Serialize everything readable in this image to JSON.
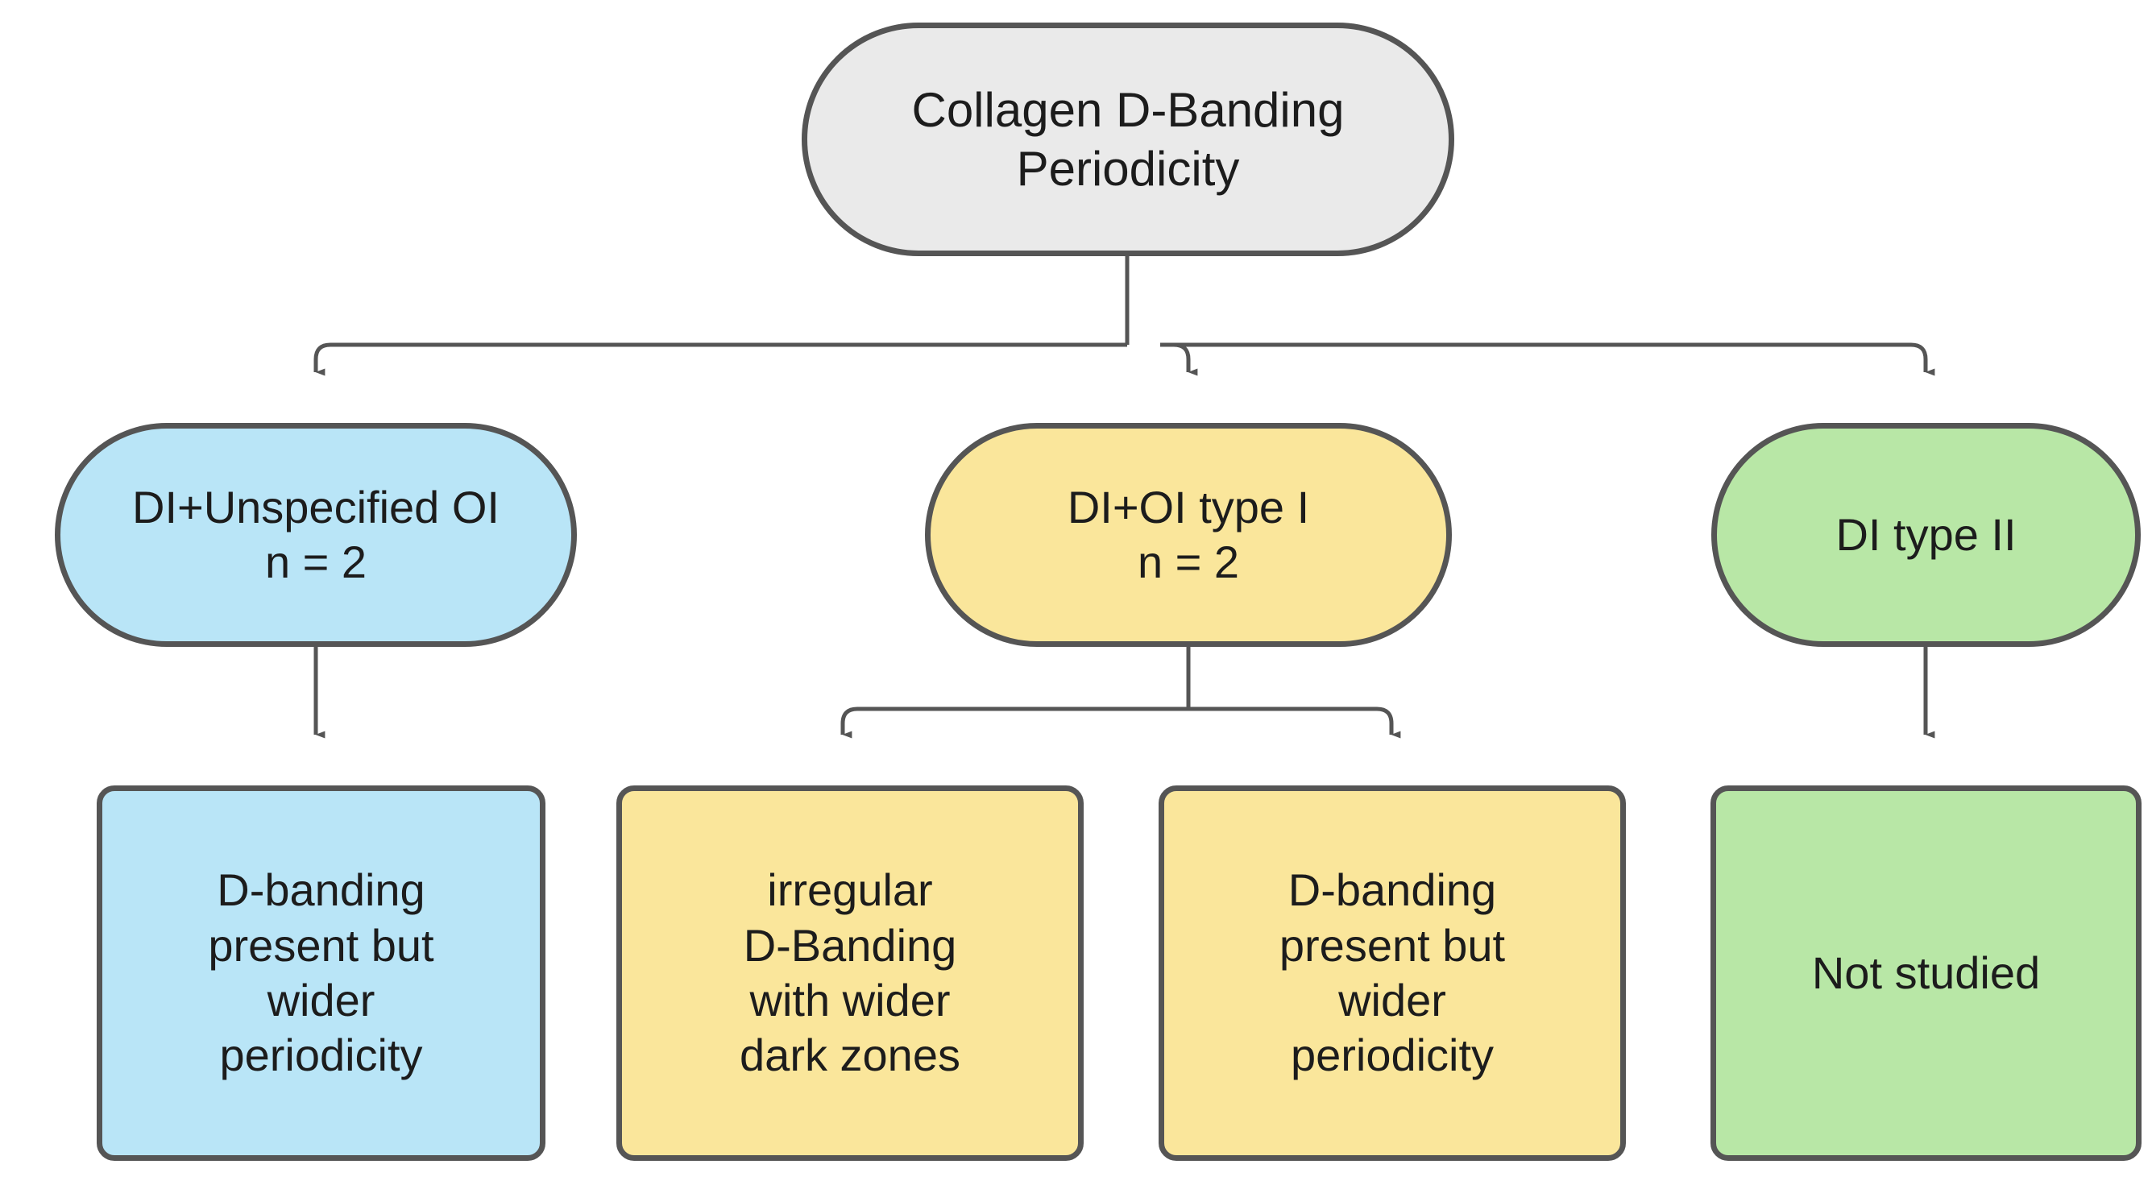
{
  "diagram": {
    "title": "Collagen D-Banding Periodicity",
    "colors": {
      "stroke": "#555555",
      "root_fill": "#eaeaea",
      "blue_fill": "#b9e5f7",
      "yellow_fill": "#fae69b",
      "green_fill": "#b8e7a6",
      "text": "#1c1c1c",
      "background": "#ffffff"
    },
    "root": {
      "label": "Collagen D-Banding\nPeriodicity",
      "shape": "stadium",
      "fill": "#eaeaea"
    },
    "groups": [
      {
        "id": "di-unspecified-oi",
        "label": "DI+Unspecified OI\nn = 2",
        "name": "DI+Unspecified OI",
        "count": "n = 2",
        "shape": "stadium",
        "fill": "#b9e5f7",
        "findings": [
          {
            "id": "finding-blue-1",
            "label": "D-banding\npresent but\nwider\nperiodicity",
            "shape": "rounded-rect",
            "fill": "#b9e5f7"
          }
        ]
      },
      {
        "id": "di-oi-type-i",
        "label": "DI+OI type I\nn = 2",
        "name": "DI+OI type I",
        "count": "n = 2",
        "shape": "stadium",
        "fill": "#fae69b",
        "findings": [
          {
            "id": "finding-yellow-1",
            "label": "irregular\nD-Banding\nwith wider\ndark zones",
            "shape": "rounded-rect",
            "fill": "#fae69b"
          },
          {
            "id": "finding-yellow-2",
            "label": "D-banding\npresent but\nwider\nperiodicity",
            "shape": "rounded-rect",
            "fill": "#fae69b"
          }
        ]
      },
      {
        "id": "di-type-ii",
        "label": "DI type II",
        "name": "DI type II",
        "count": "",
        "shape": "stadium",
        "fill": "#b8e7a6",
        "findings": [
          {
            "id": "finding-green-1",
            "label": "Not studied",
            "shape": "rounded-rect",
            "fill": "#b8e7a6"
          }
        ]
      }
    ],
    "edges": [
      {
        "from": "root",
        "to": "di-unspecified-oi",
        "arrow": "down"
      },
      {
        "from": "root",
        "to": "di-oi-type-i",
        "arrow": "down"
      },
      {
        "from": "root",
        "to": "di-type-ii",
        "arrow": "down"
      },
      {
        "from": "di-unspecified-oi",
        "to": "finding-blue-1",
        "arrow": "down"
      },
      {
        "from": "di-oi-type-i",
        "to": "finding-yellow-1",
        "arrow": "down"
      },
      {
        "from": "di-oi-type-i",
        "to": "finding-yellow-2",
        "arrow": "down"
      },
      {
        "from": "di-type-ii",
        "to": "finding-green-1",
        "arrow": "down"
      }
    ]
  }
}
